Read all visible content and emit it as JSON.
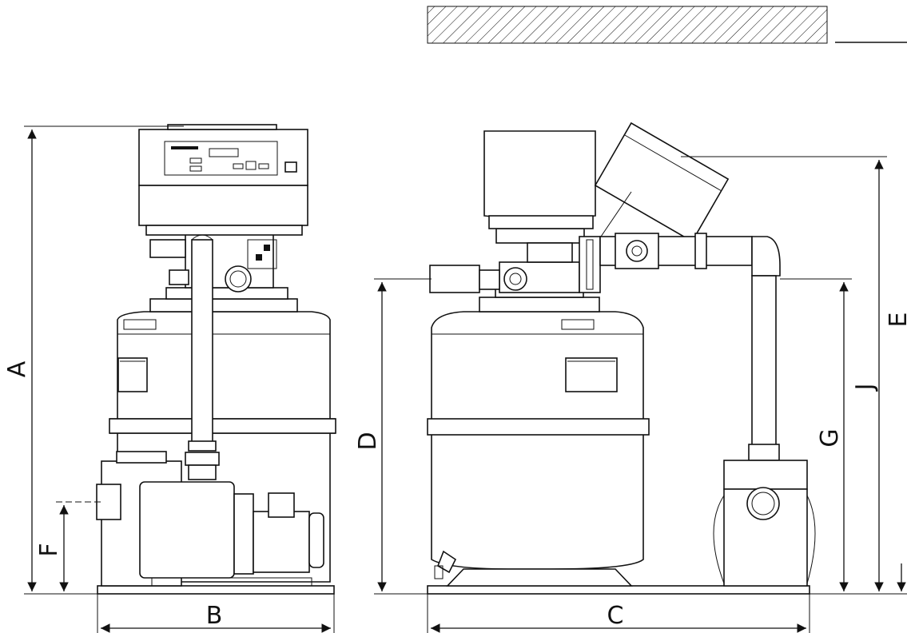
{
  "dimensions": {
    "A": "A",
    "B": "B",
    "C": "C",
    "D": "D",
    "E": "E",
    "F": "F",
    "G": "G",
    "J": "J"
  },
  "colors": {
    "line": "#111111",
    "background": "#ffffff"
  }
}
